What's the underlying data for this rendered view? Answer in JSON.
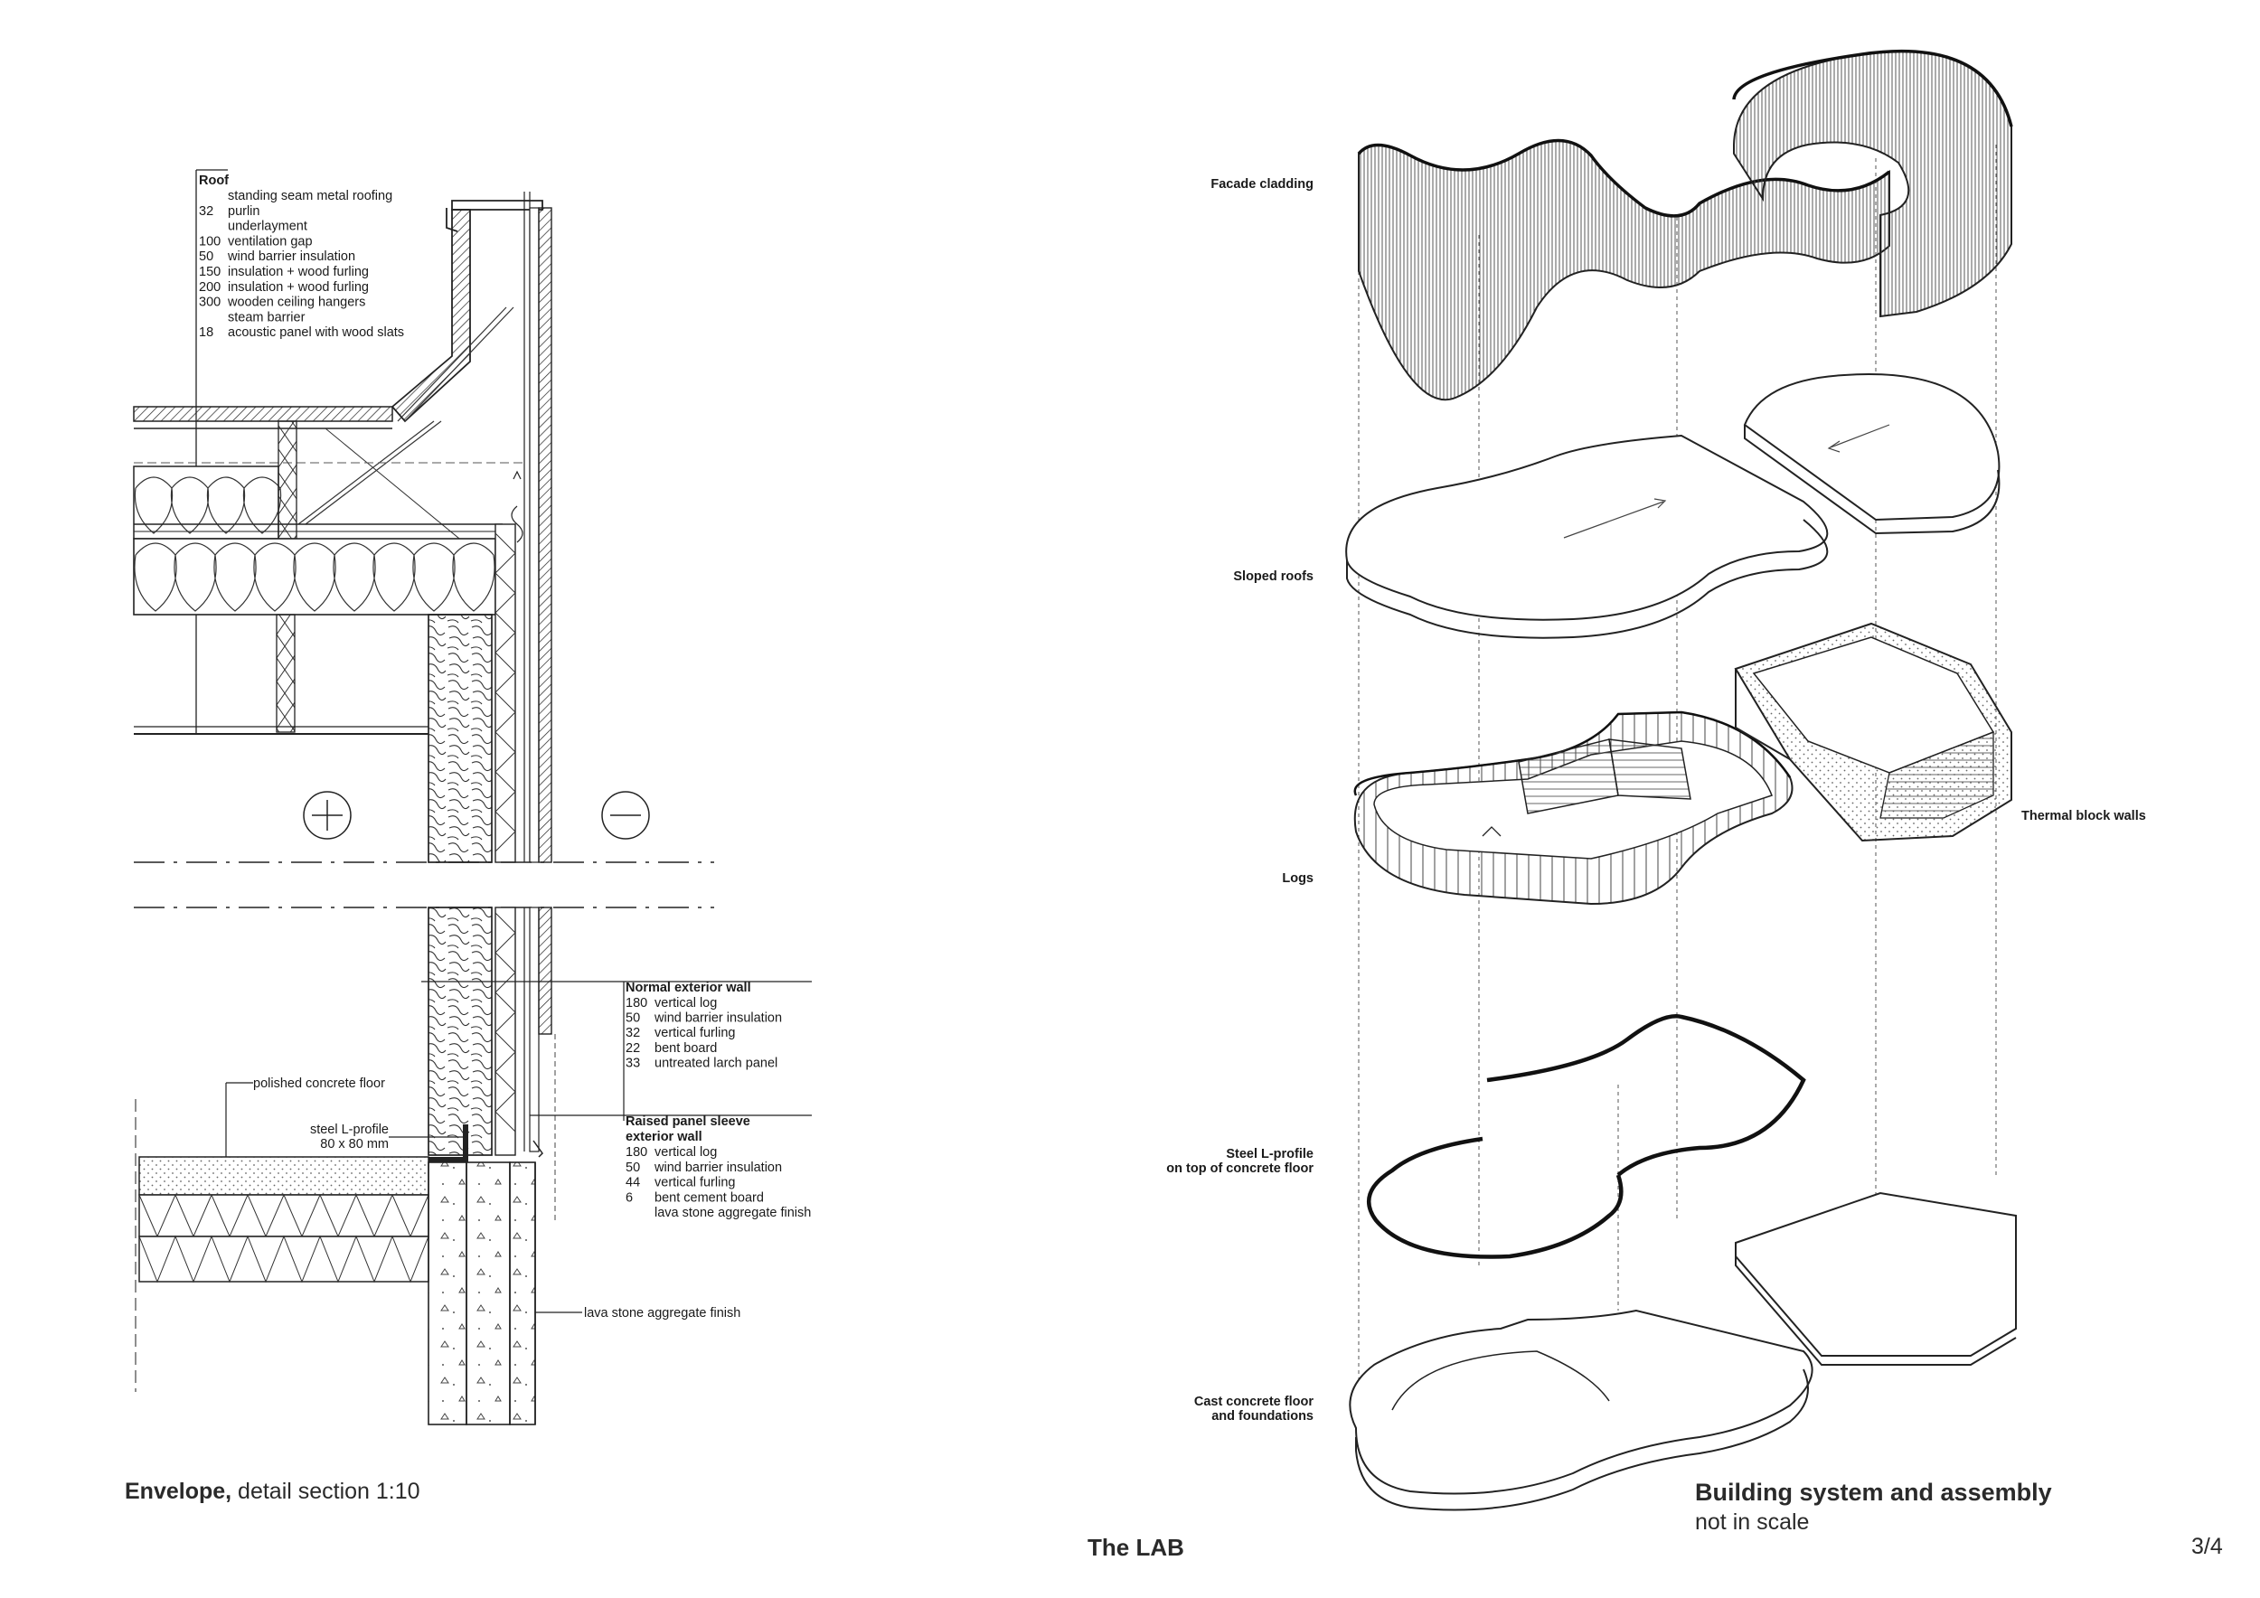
{
  "left": {
    "roof_title": "Roof",
    "roof_layers": [
      {
        "n": "",
        "t": "standing seam metal roofing"
      },
      {
        "n": "32",
        "t": "purlin"
      },
      {
        "n": "",
        "t": "underlayment"
      },
      {
        "n": "100",
        "t": "ventilation gap"
      },
      {
        "n": "50",
        "t": "wind barrier insulation"
      },
      {
        "n": "150",
        "t": "insulation + wood furling"
      },
      {
        "n": "200",
        "t": "insulation + wood furling"
      },
      {
        "n": "300",
        "t": "wooden ceiling hangers"
      },
      {
        "n": "",
        "t": "steam barrier"
      },
      {
        "n": "18",
        "t": "acoustic panel with wood slats"
      }
    ],
    "wall_title": "Normal exterior wall",
    "wall_layers": [
      {
        "n": "180",
        "t": "vertical log"
      },
      {
        "n": "50",
        "t": "wind barrier insulation"
      },
      {
        "n": "32",
        "t": "vertical furling"
      },
      {
        "n": "22",
        "t": "bent board"
      },
      {
        "n": "33",
        "t": "untreated larch panel"
      }
    ],
    "sleeve_title_1": "Raised panel sleeve",
    "sleeve_title_2": "exterior wall",
    "sleeve_layers": [
      {
        "n": "180",
        "t": "vertical log"
      },
      {
        "n": "50",
        "t": "wind barrier insulation"
      },
      {
        "n": "44",
        "t": "vertical furling"
      },
      {
        "n": "6",
        "t": "bent cement board"
      },
      {
        "n": "",
        "t": "lava stone aggregate finish"
      }
    ],
    "floor_label": "polished concrete floor",
    "profile_label_1": "steel L-profile",
    "profile_label_2": "80 x 80 mm",
    "lava_label": "lava stone aggregate finish",
    "caption_bold": "Envelope,",
    "caption_rest": " detail section 1:10"
  },
  "right": {
    "facade": "Facade cladding",
    "roofs": "Sloped roofs",
    "logs": "Logs",
    "thermal": "Thermal block walls",
    "steel_1": "Steel L-profile",
    "steel_2": "on top of concrete floor",
    "cast_1": "Cast concrete floor",
    "cast_2": "and foundations",
    "caption_title": "Building system and assembly",
    "caption_sub": "not in scale"
  },
  "footer": {
    "project": "The LAB",
    "page": "3/4"
  }
}
